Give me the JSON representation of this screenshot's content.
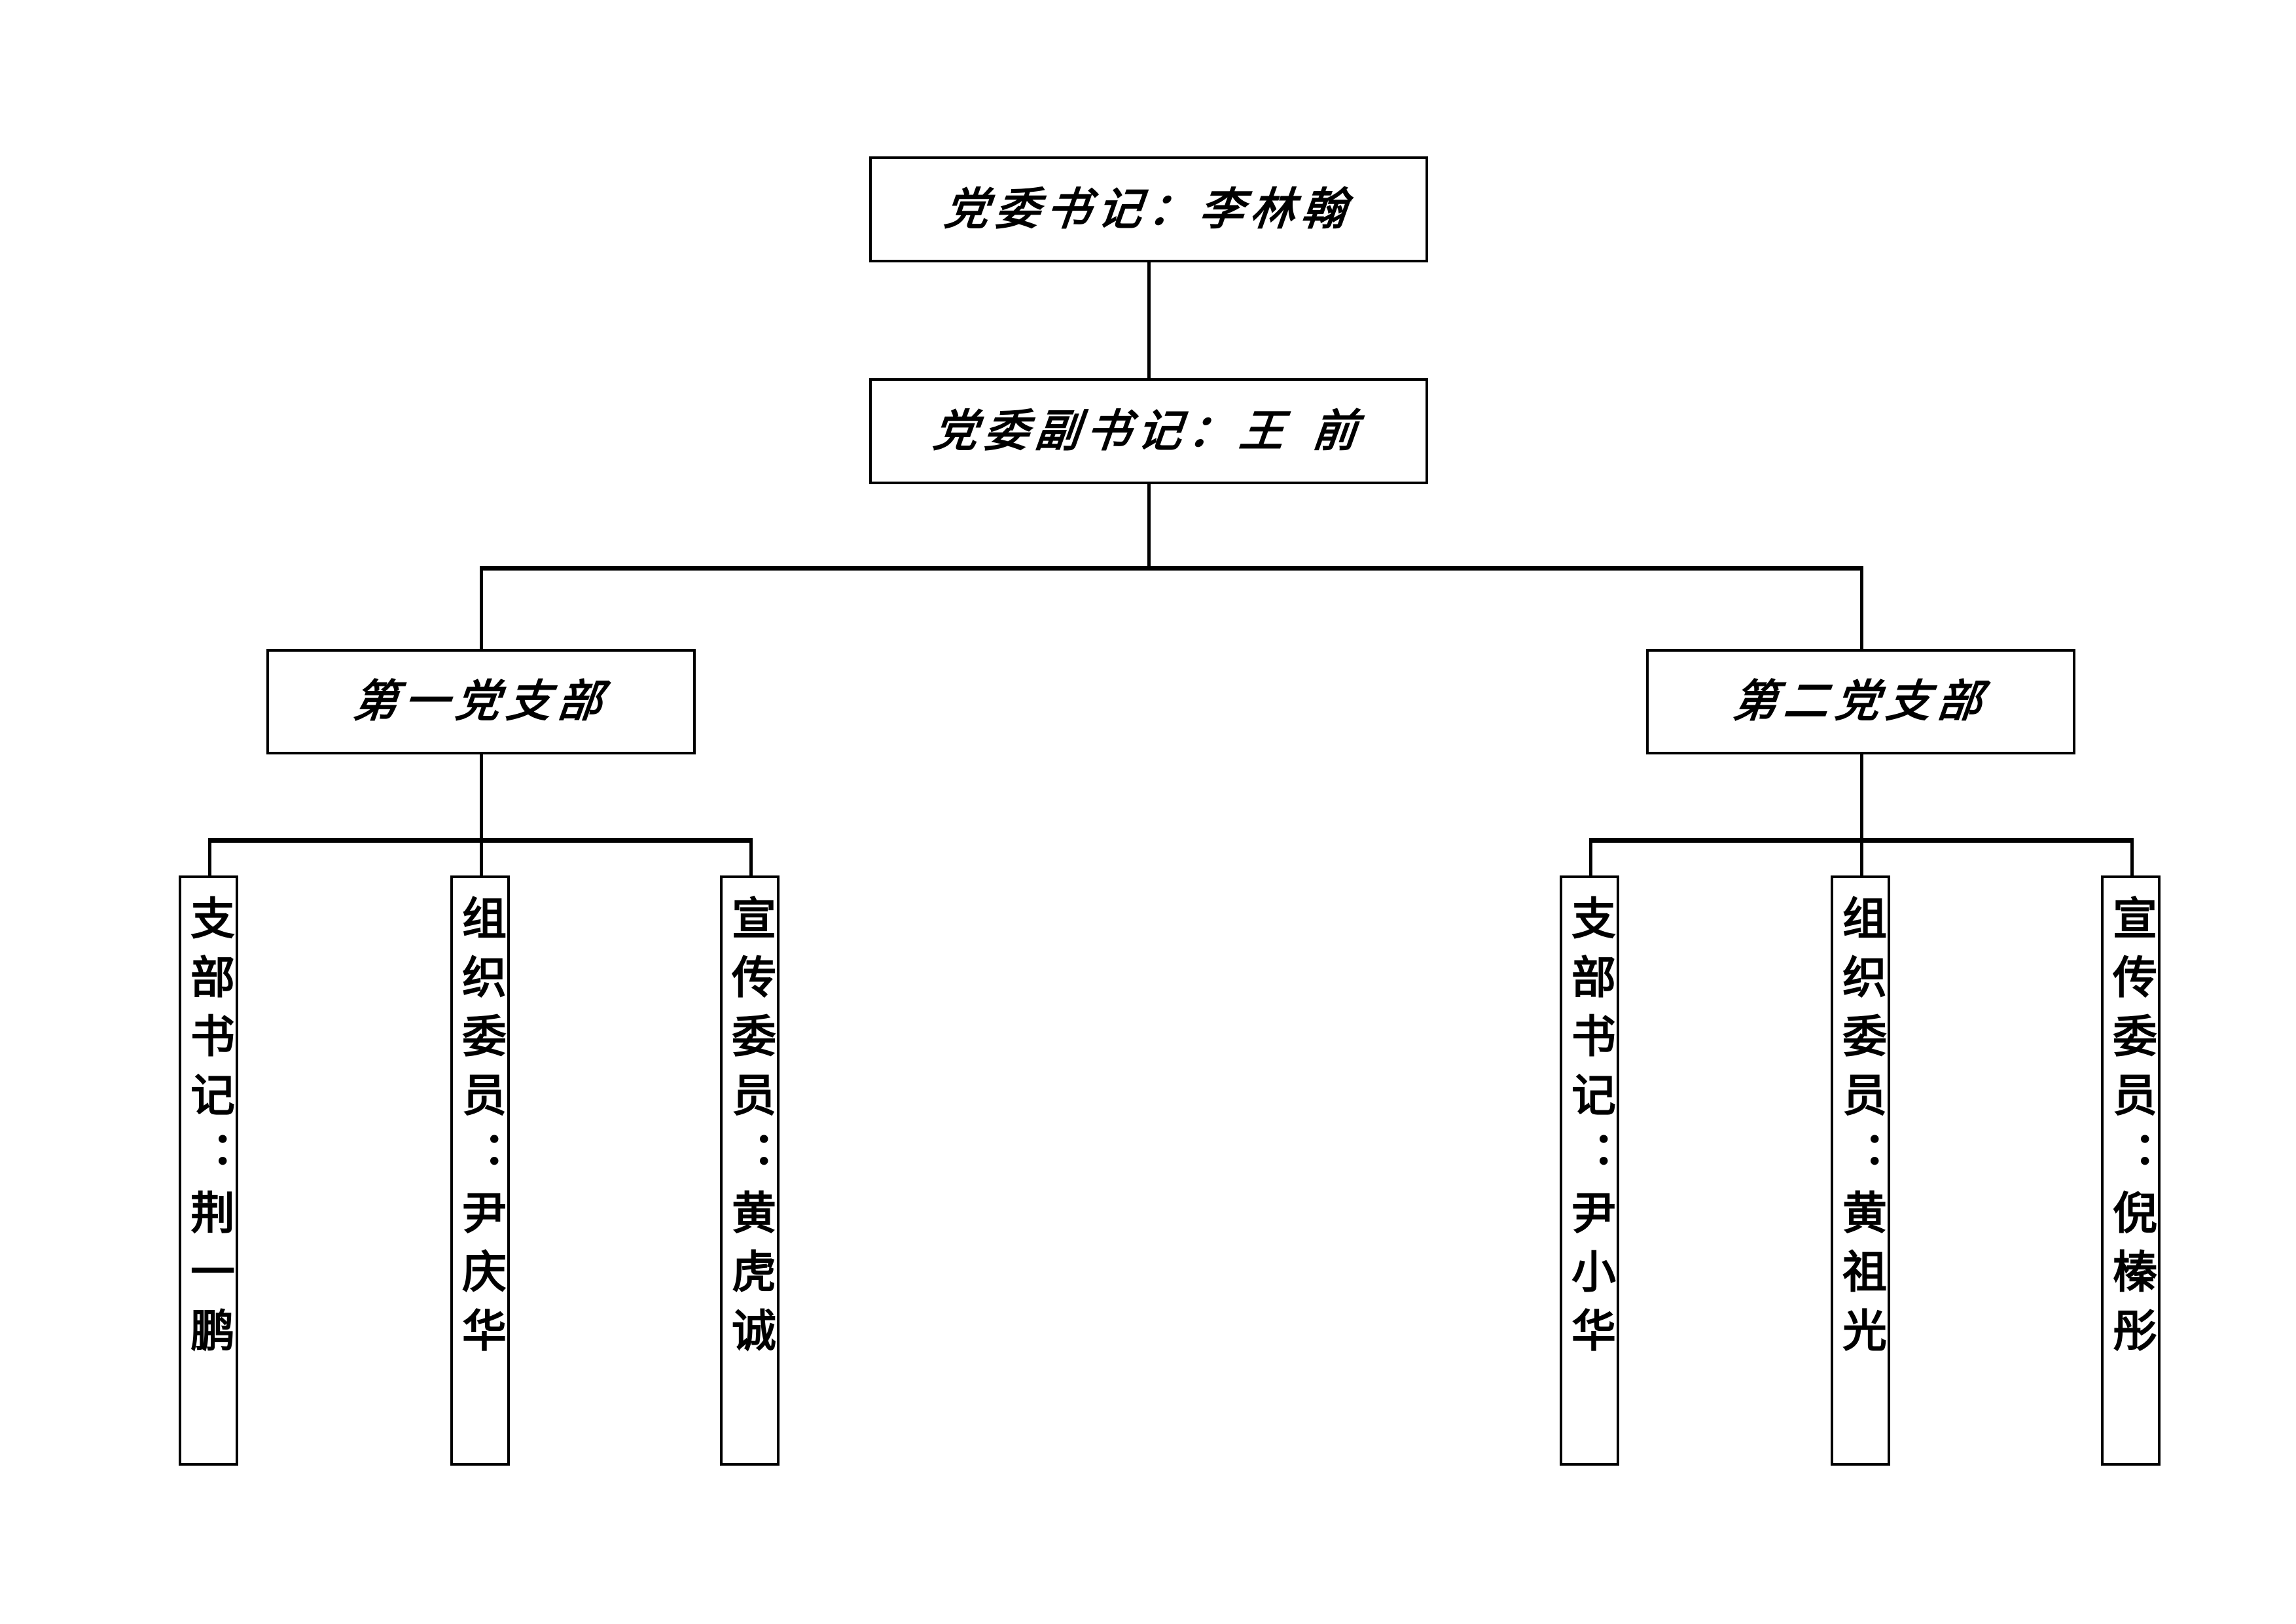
{
  "chart": {
    "type": "org-chart",
    "orientation": "top-down",
    "background_color": "#ffffff",
    "line_color": "#000000",
    "box_border_color": "#000000",
    "box_fill_color": "#ffffff",
    "text_color": "#000000"
  },
  "nodes": {
    "secretary": {
      "label": "党委书记：李林翰",
      "role": "党委书记",
      "name": "李林翰",
      "level": 1,
      "orientation": "horizontal"
    },
    "deputy_secretary": {
      "label": "党委副书记：王 前",
      "role": "党委副书记",
      "name": "王 前",
      "level": 2,
      "orientation": "horizontal"
    },
    "branch1": {
      "label": "第一党支部",
      "level": 3,
      "orientation": "horizontal"
    },
    "branch2": {
      "label": "第二党支部",
      "level": 3,
      "orientation": "horizontal"
    },
    "branch1_member1": {
      "label": "支部书记：荆一鹏",
      "role": "支部书记",
      "name": "荆一鹏",
      "level": 4,
      "orientation": "vertical"
    },
    "branch1_member2": {
      "label": "组织委员：尹庆华",
      "role": "组织委员",
      "name": "尹庆华",
      "level": 4,
      "orientation": "vertical"
    },
    "branch1_member3": {
      "label": "宣传委员：黄虎诚",
      "role": "宣传委员",
      "name": "黄虎诚",
      "level": 4,
      "orientation": "vertical"
    },
    "branch2_member1": {
      "label": "支部书记：尹小华",
      "role": "支部书记",
      "name": "尹小华",
      "level": 4,
      "orientation": "vertical"
    },
    "branch2_member2": {
      "label": "组织委员：黄祖光",
      "role": "组织委员",
      "name": "黄祖光",
      "level": 4,
      "orientation": "vertical"
    },
    "branch2_member3": {
      "label": "宣传委员：倪榛彤",
      "role": "宣传委员",
      "name": "倪榛彤",
      "level": 4,
      "orientation": "vertical"
    }
  }
}
